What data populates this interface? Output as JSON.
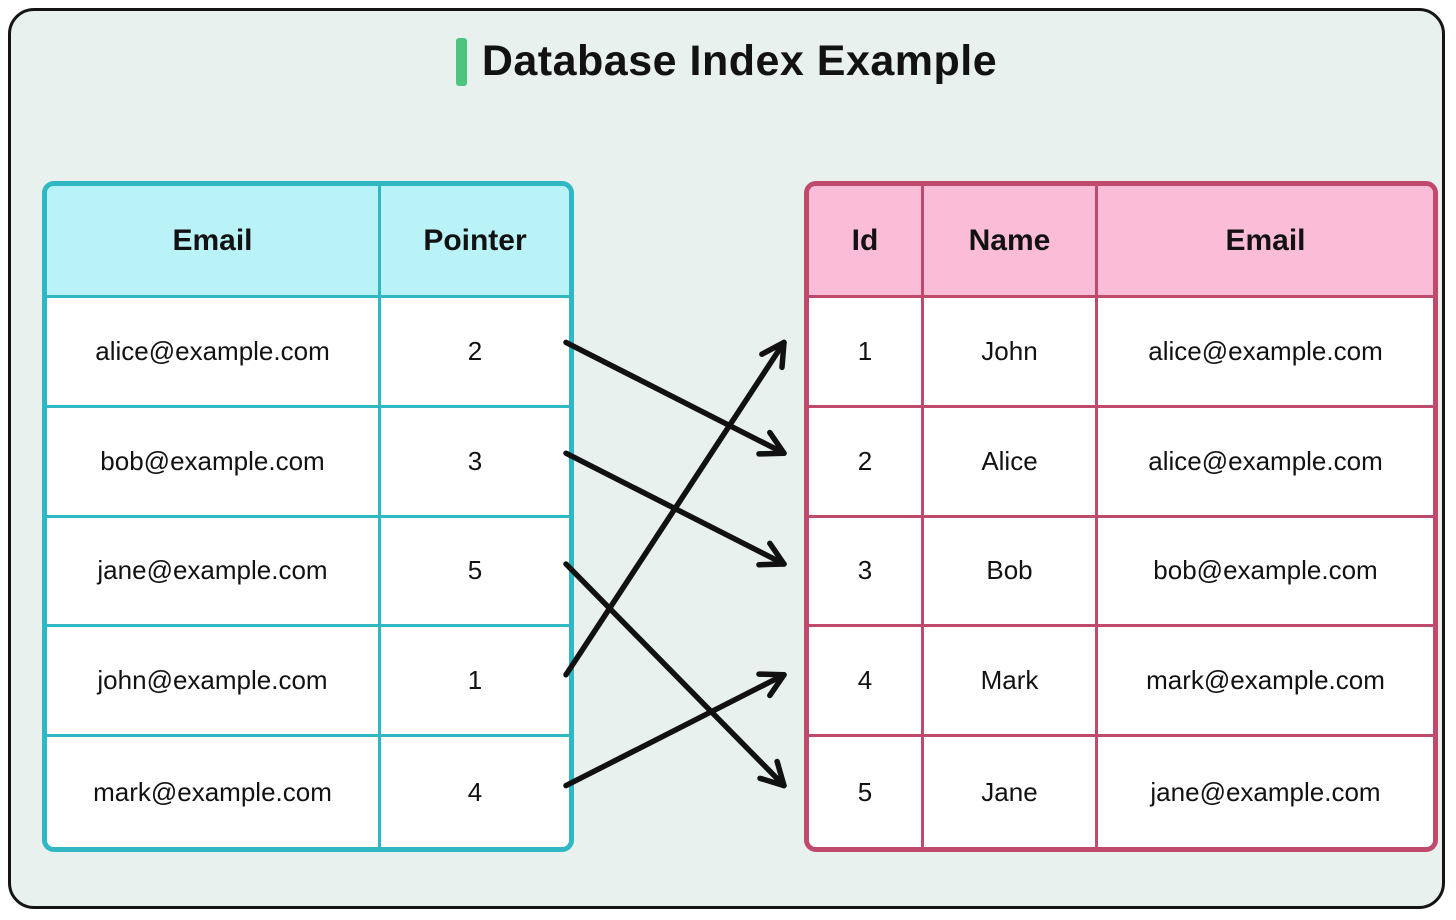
{
  "title": {
    "text": "Database Index Example"
  },
  "colors": {
    "accent_green": "#4dc57e",
    "index_border_teal": "#2fb7c3",
    "index_header_cyan": "#b9f3f8",
    "data_border_pink": "#bf4a6c",
    "data_header_pink": "#fbbcd7",
    "canvas_mint": "#e8f1ed",
    "arrow_black": "#111111"
  },
  "index_table": {
    "headers": [
      "Email",
      "Pointer"
    ],
    "rows": [
      {
        "email": "alice@example.com",
        "pointer": "2"
      },
      {
        "email": "bob@example.com",
        "pointer": "3"
      },
      {
        "email": "jane@example.com",
        "pointer": "5"
      },
      {
        "email": "john@example.com",
        "pointer": "1"
      },
      {
        "email": "mark@example.com",
        "pointer": "4"
      }
    ]
  },
  "data_table": {
    "headers": [
      "Id",
      "Name",
      "Email"
    ],
    "rows": [
      {
        "id": "1",
        "name": "John",
        "email": "alice@example.com"
      },
      {
        "id": "2",
        "name": "Alice",
        "email": "alice@example.com"
      },
      {
        "id": "3",
        "name": "Bob",
        "email": "bob@example.com"
      },
      {
        "id": "4",
        "name": "Mark",
        "email": "mark@example.com"
      },
      {
        "id": "5",
        "name": "Jane",
        "email": "jane@example.com"
      }
    ]
  },
  "arrows": [
    {
      "from_row": 1,
      "to_row": 2
    },
    {
      "from_row": 2,
      "to_row": 3
    },
    {
      "from_row": 3,
      "to_row": 5
    },
    {
      "from_row": 4,
      "to_row": 1
    },
    {
      "from_row": 5,
      "to_row": 4
    }
  ]
}
